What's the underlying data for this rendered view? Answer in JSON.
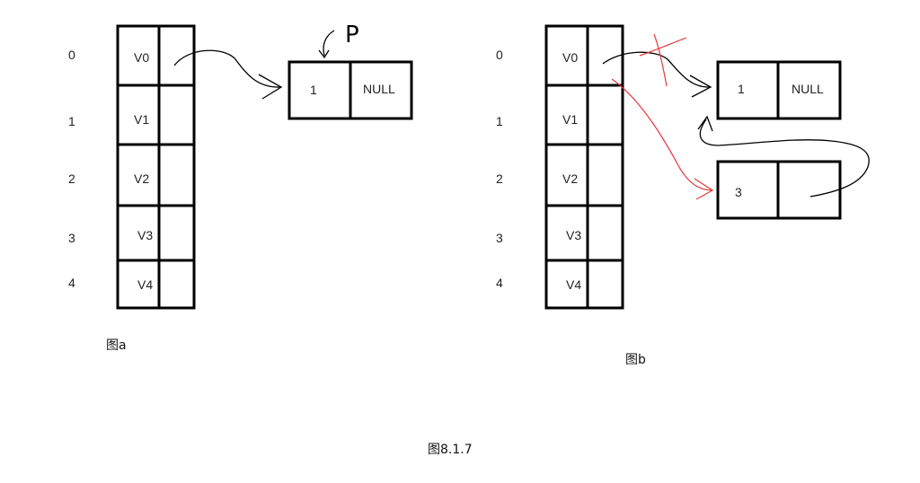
{
  "figure_a": {
    "indices": [
      "0",
      "1",
      "2",
      "3",
      "4"
    ],
    "vertices": [
      "V0",
      "V1",
      "V2",
      "V3",
      "V4"
    ],
    "node": {
      "data": "1",
      "next": "NULL"
    },
    "pointer_label": "P",
    "caption": "图a"
  },
  "figure_b": {
    "indices": [
      "0",
      "1",
      "2",
      "3",
      "4"
    ],
    "vertices": [
      "V0",
      "V1",
      "V2",
      "V3",
      "V4"
    ],
    "node_old": {
      "data": "1",
      "next": "NULL"
    },
    "node_new": {
      "data": "3"
    },
    "caption": "图b"
  },
  "figure_caption": "图8.1.7",
  "colors": {
    "ink": "#000000",
    "edit": "#e8393b",
    "text": "#222222"
  }
}
